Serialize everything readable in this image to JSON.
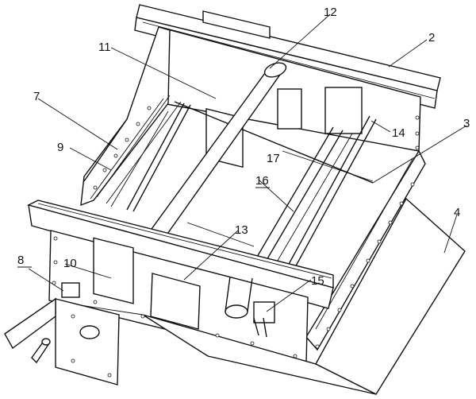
{
  "labels": {
    "l1": "12",
    "l2": "2",
    "l3": "11",
    "l4": "7",
    "l5": "9",
    "l6": "3",
    "l7": "14",
    "l8": "17",
    "l9": "16",
    "l10": "4",
    "l11": "13",
    "l12": "8",
    "l13": "10",
    "l14": "15"
  }
}
